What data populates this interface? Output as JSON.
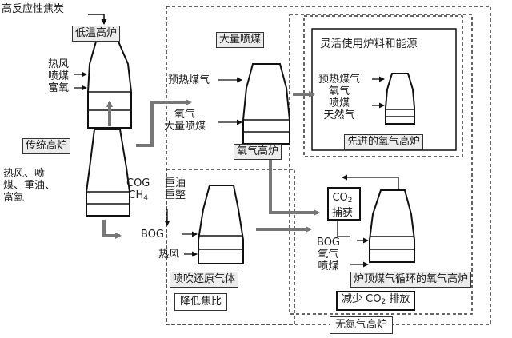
{
  "nodes": {
    "high_reactivity_coke": "高反应性焦炭",
    "low_temp_bf": "低温高炉",
    "hot_blast_pci_oxygen": [
      "热风",
      "喷煤",
      "富氧"
    ],
    "traditional_bf": "传统高炉",
    "traditional_inputs": [
      "热风、喷",
      "煤、重油、",
      "富氧"
    ],
    "large_pci_title": "大量喷煤",
    "preheated_gas": "预热煤气",
    "oxygen_large_pci": [
      "氧气",
      "大量喷煤"
    ],
    "oxygen_bf": "氧气高炉",
    "flexible_title": "灵活使用炉料和能源",
    "advanced_inputs": [
      "预热煤气",
      "氧气",
      "喷煤",
      "天然气"
    ],
    "advanced_oxygen_bf": "先进的氧气高炉",
    "cog_ch4": [
      "COG",
      "CH"
    ],
    "ch4_sub": "4",
    "heavy_oil_reform": [
      "重油",
      "重整"
    ],
    "bog": "BOG",
    "hot_blast": "热风",
    "reducing_gas": "喷吹还原气体",
    "reduce_coke_ratio": "降低焦比",
    "co2_capture": [
      "CO",
      "捕获"
    ],
    "co2_sub": "2",
    "recycle_inputs": [
      "BOG",
      "氧气",
      "喷煤"
    ],
    "tgr_ob": "炉顶煤气循环的氧气高炉",
    "reduce_co2_pre": "减少 CO",
    "reduce_co2_post": " 排放",
    "nitrogen_free_bf": "无氮气高炉"
  }
}
